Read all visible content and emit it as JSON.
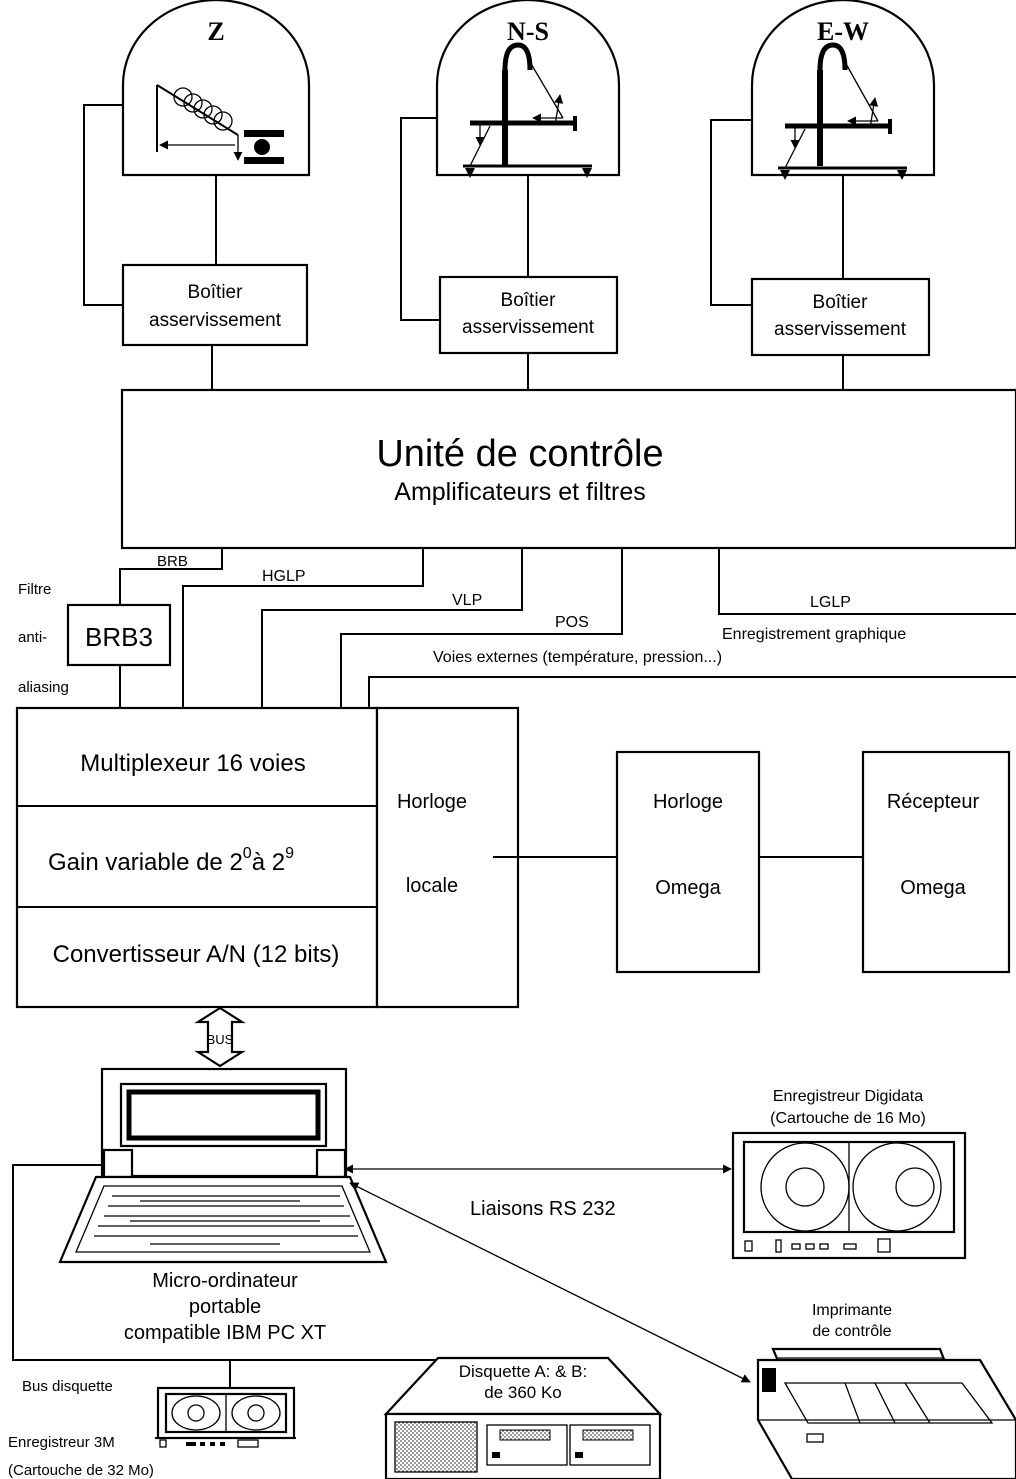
{
  "sensors": [
    {
      "label": "Z"
    },
    {
      "label": "N-S"
    },
    {
      "label": "E-W"
    }
  ],
  "servo_box": {
    "line1": "Boîtier",
    "line2": "asservissement"
  },
  "control_unit": {
    "title": "Unité de contrôle",
    "subtitle": "Amplificateurs et filtres"
  },
  "channels": {
    "brb": "BRB",
    "hglp": "HGLP",
    "vlp": "VLP",
    "pos": "POS",
    "lglp": "LGLP",
    "graph_recording": "Enregistrement graphique",
    "external": "Voies externes (température, pression...)"
  },
  "filter": {
    "line1": "Filtre",
    "line2": "anti-",
    "line3": "aliasing",
    "box": "BRB3"
  },
  "acquisition": {
    "mux": "Multiplexeur 16 voies",
    "gain_prefix": "Gain variable de 2",
    "gain_exp1": "0",
    "gain_mid": "à 2",
    "gain_exp2": "9",
    "adc": "Convertisseur A/N (12 bits)",
    "local_clock_1": "Horloge",
    "local_clock_2": "locale"
  },
  "omega_clock": {
    "line1": "Horloge",
    "line2": "Omega"
  },
  "omega_receiver": {
    "line1": "Récepteur",
    "line2": "Omega"
  },
  "bus": "BUS",
  "computer": {
    "line1": "Micro-ordinateur",
    "line2": "portable",
    "line3": "compatible IBM PC XT"
  },
  "rs232": "Liaisons RS 232",
  "digidata": {
    "line1": "Enregistreur Digidata",
    "line2": "(Cartouche de 16 Mo)"
  },
  "printer": {
    "line1": "Imprimante",
    "line2": "de contrôle"
  },
  "floppy_bus": "Bus disquette",
  "recorder_3m": {
    "line1": "Enregistreur 3M",
    "line2": "(Cartouche de 32 Mo)"
  },
  "floppy": {
    "line1": "Disquette A: & B:",
    "line2": "de 360 Ko"
  }
}
